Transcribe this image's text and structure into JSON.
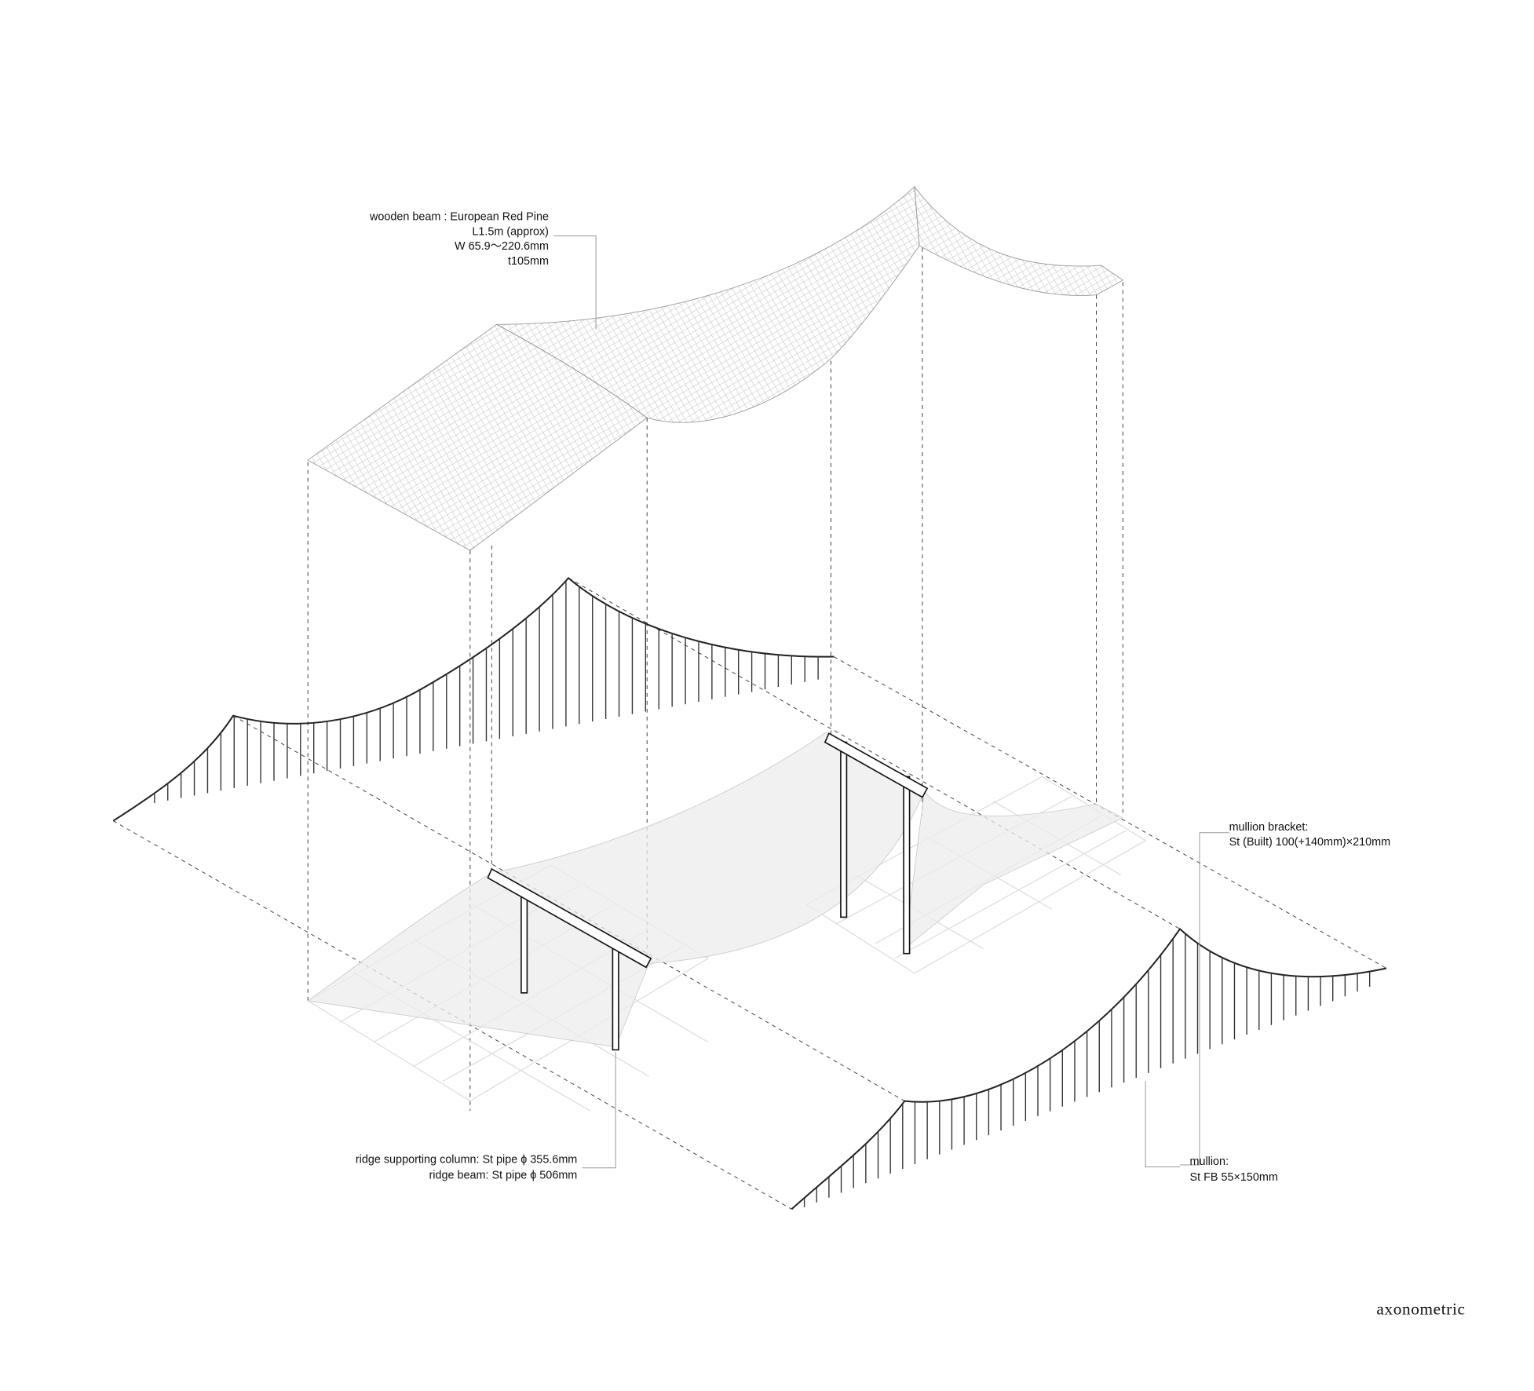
{
  "title": "axonometric",
  "labels": {
    "wooden_beam": [
      "wooden beam : European Red Pine",
      "L1.5m (approx)",
      "W 65.9～220.6mm",
      "t105mm"
    ],
    "mullion_bracket": [
      "mullion bracket:",
      "St (Built)  100(+140mm)×210mm"
    ],
    "ridge": [
      "ridge supporting column: St pipe  ϕ 355.6mm",
      "ridge beam: St pipe  ϕ 506mm"
    ],
    "mullion": [
      "mullion:",
      "St  FB  55×150mm"
    ]
  }
}
